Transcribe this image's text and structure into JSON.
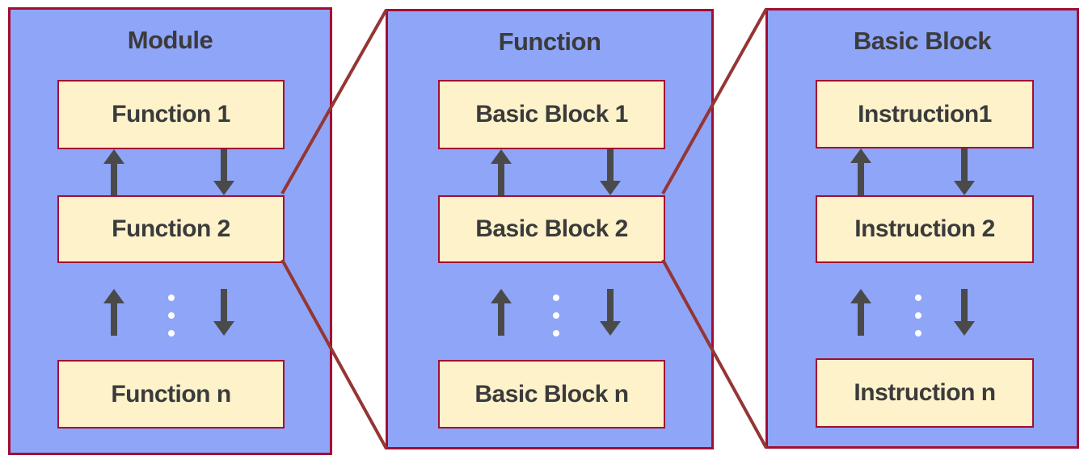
{
  "diagram": {
    "panels": [
      {
        "id": "module",
        "title": "Module",
        "boxes": [
          "Function 1",
          "Function 2",
          "Function n"
        ]
      },
      {
        "id": "function",
        "title": "Function",
        "boxes": [
          "Basic Block 1",
          "Basic Block 2",
          "Basic Block n"
        ]
      },
      {
        "id": "basic-block",
        "title": "Basic Block",
        "boxes": [
          "Instruction1",
          "Instruction 2",
          "Instruction n"
        ]
      }
    ],
    "icons": {
      "up_arrow": "up-arrow-icon",
      "down_arrow": "down-arrow-icon",
      "ellipsis": "vertical-ellipsis-dots"
    }
  },
  "colors": {
    "panel_fill": "#8FA5F8",
    "panel_border": "#A30D33",
    "box_fill": "#FEF2CB",
    "box_border": "#A30D33",
    "arrow": "#4A4A4A",
    "connector": "#943634",
    "dots": "#FFFFFF",
    "text": "#3B3B3B",
    "bg": "#FFFFFF"
  }
}
